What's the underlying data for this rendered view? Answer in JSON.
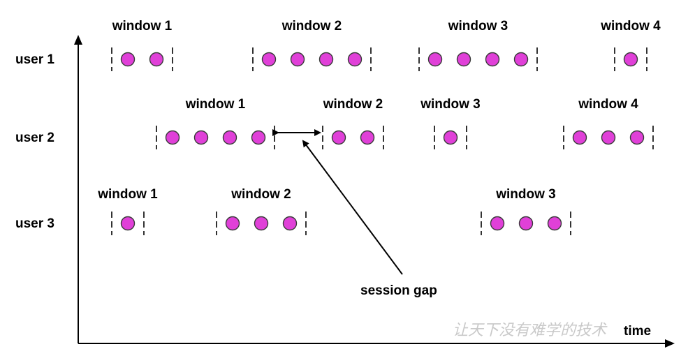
{
  "colors": {
    "event_fill": "#e040d8",
    "event_stroke": "#3a3a3a",
    "line": "#000000",
    "watermark": "#c9c9c9"
  },
  "axis": {
    "x_label": "time"
  },
  "annotation": {
    "label": "session gap"
  },
  "watermark": {
    "text": "让天下没有难学的技术"
  },
  "users": [
    {
      "label": "user 1",
      "windows": [
        {
          "label": "window 1",
          "events": 2
        },
        {
          "label": "window 2",
          "events": 4
        },
        {
          "label": "window 3",
          "events": 4
        },
        {
          "label": "window 4",
          "events": 1
        }
      ]
    },
    {
      "label": "user 2",
      "windows": [
        {
          "label": "window 1",
          "events": 4
        },
        {
          "label": "window 2",
          "events": 2
        },
        {
          "label": "window 3",
          "events": 1
        },
        {
          "label": "window 4",
          "events": 3
        }
      ]
    },
    {
      "label": "user 3",
      "windows": [
        {
          "label": "window 1",
          "events": 1
        },
        {
          "label": "window 2",
          "events": 3
        },
        {
          "label": "window 3",
          "events": 3
        }
      ]
    }
  ]
}
